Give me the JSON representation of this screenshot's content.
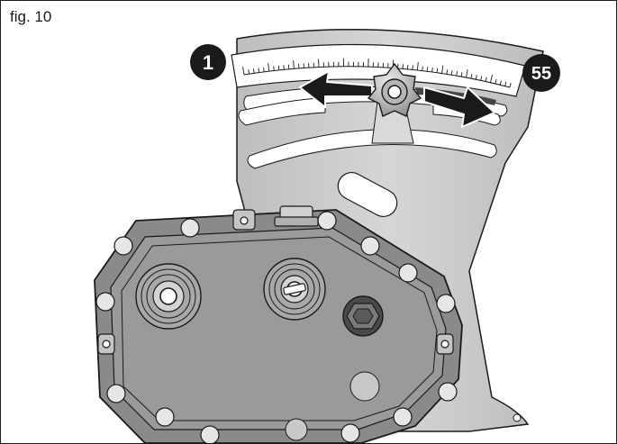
{
  "figure": {
    "label": "fig. 10",
    "badges": {
      "min": "1",
      "max": "55"
    },
    "colors": {
      "plate": "#c8c8c8",
      "housing": "#8a8a8a",
      "housing_face": "#9a9a9a",
      "outline": "#1a1a1a",
      "badge": "#1a1a1a",
      "arrow": "#1a1a1a",
      "bolt": "#e6e6e6"
    }
  }
}
